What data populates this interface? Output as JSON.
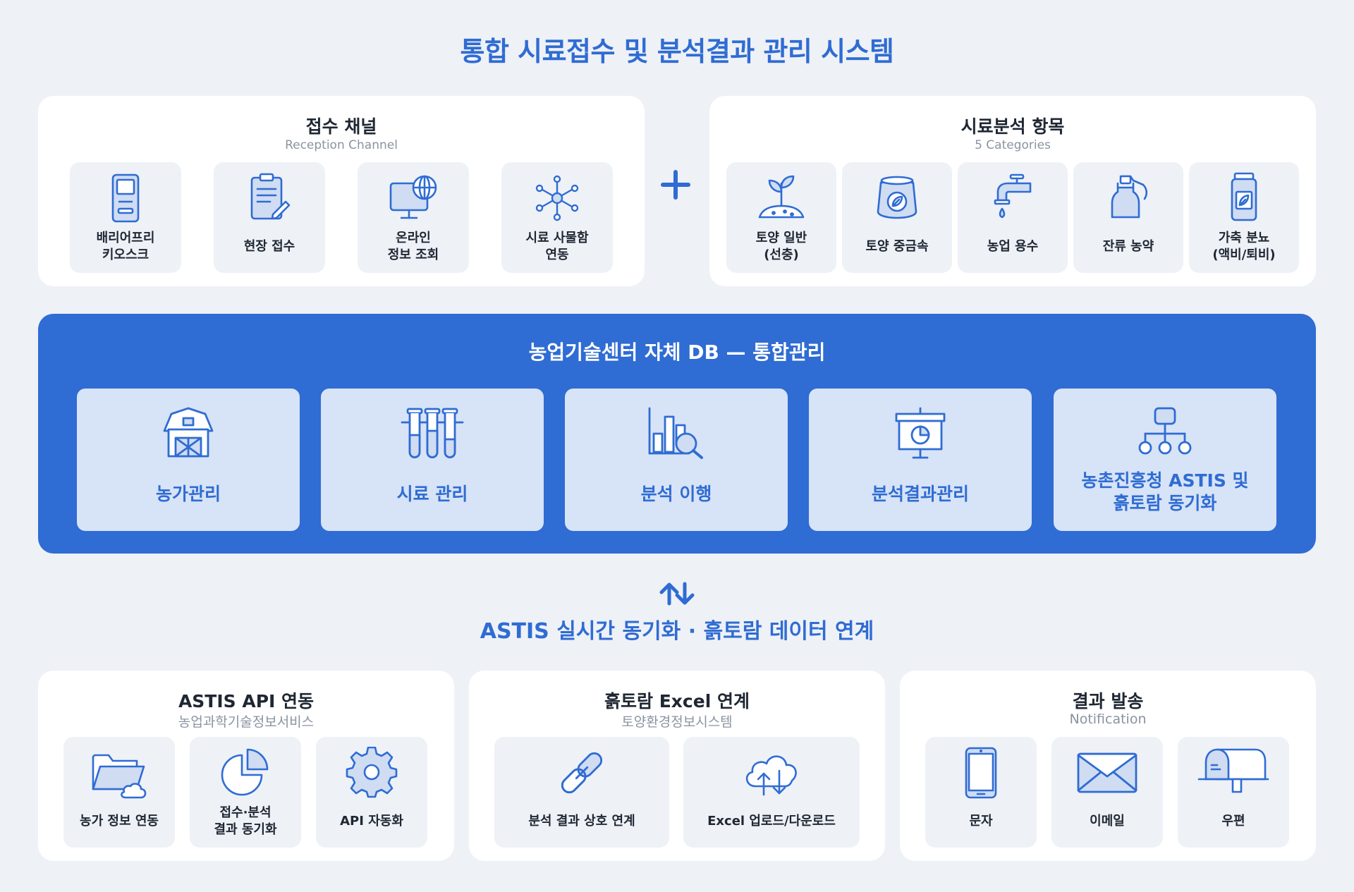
{
  "title": "통합 시료접수 및 분석결과 관리 시스템",
  "reception": {
    "title": "접수 채널",
    "subtitle": "Reception Channel",
    "items": [
      {
        "label": "배리어프리\n키오스크",
        "icon": "kiosk-icon"
      },
      {
        "label": "현장 접수",
        "icon": "clipboard-edit-icon"
      },
      {
        "label": "온라인\n정보 조회",
        "icon": "monitor-globe-icon"
      },
      {
        "label": "시료 사물함\n연동",
        "icon": "network-hub-icon"
      }
    ]
  },
  "plus_icon": "plus-icon",
  "analysis": {
    "title": "시료분석 항목",
    "subtitle": "5 Categories",
    "items": [
      {
        "label": "토양 일반\n(선충)",
        "icon": "sprout-soil-icon"
      },
      {
        "label": "토양 중금속",
        "icon": "soil-bag-icon"
      },
      {
        "label": "농업 용수",
        "icon": "faucet-icon"
      },
      {
        "label": "잔류 농약",
        "icon": "spray-bottle-icon"
      },
      {
        "label": "가축 분뇨\n(액비/퇴비)",
        "icon": "jar-leaf-icon"
      }
    ]
  },
  "db": {
    "title": "농업기술센터 자체 DB — 통합관리",
    "items": [
      {
        "label": "농가관리",
        "icon": "barn-icon"
      },
      {
        "label": "시료 관리",
        "icon": "test-tubes-icon"
      },
      {
        "label": "분석 이행",
        "icon": "chart-search-icon"
      },
      {
        "label": "분석결과관리",
        "icon": "presentation-pie-icon"
      },
      {
        "label": "농촌진흥청 ASTIS  및\n흙토람 동기화",
        "icon": "org-tree-icon"
      }
    ]
  },
  "sync": {
    "icon": "sync-arrows-icon",
    "caption": "ASTIS 실시간 동기화 · 흙토람 데이터 연계"
  },
  "astis": {
    "title": "ASTIS API 연동",
    "subtitle": "농업과학기술정보서비스",
    "items": [
      {
        "label": "농가 정보 연동",
        "icon": "folder-cloud-icon"
      },
      {
        "label": "접수·분석\n결과 동기화",
        "icon": "pie-chart-icon"
      },
      {
        "label": "API 자동화",
        "icon": "gear-icon"
      }
    ]
  },
  "heuktoram": {
    "title": "흙토람 Excel 연계",
    "subtitle": "토양환경정보시스템",
    "items": [
      {
        "label": "분석 결과 상호 연계",
        "icon": "chain-link-icon"
      },
      {
        "label": "Excel 업로드/다운로드",
        "icon": "cloud-transfer-icon"
      }
    ]
  },
  "notify": {
    "title": "결과 발송",
    "subtitle": "Notification",
    "items": [
      {
        "label": "문자",
        "icon": "phone-icon"
      },
      {
        "label": "이메일",
        "icon": "envelope-icon"
      },
      {
        "label": "우편",
        "icon": "mailbox-icon"
      }
    ]
  },
  "colors": {
    "accent": "#2f6cd3",
    "panel": "#ffffff",
    "background": "#eef1f6",
    "tile": "#eef1f6",
    "db_tile": "#d7e3f6"
  }
}
